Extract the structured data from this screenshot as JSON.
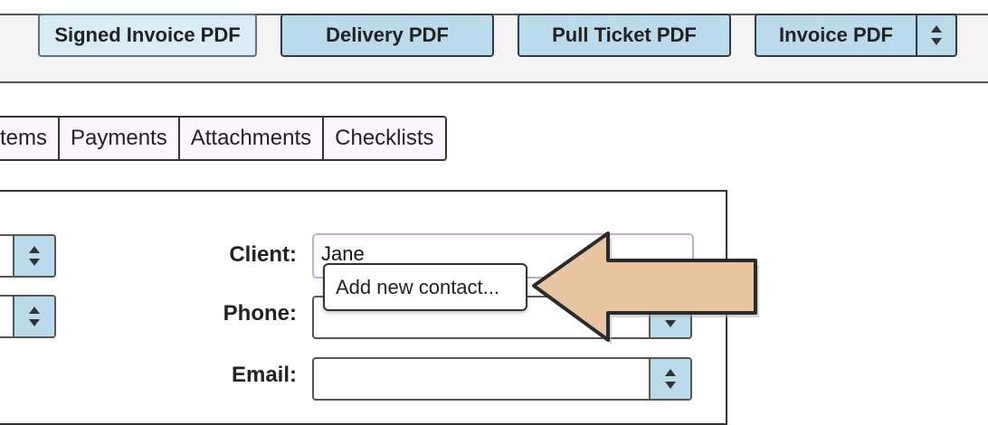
{
  "toolbar": {
    "signed_invoice_pdf": "Signed Invoice PDF",
    "delivery_pdf": "Delivery PDF",
    "pull_ticket_pdf": "Pull Ticket PDF",
    "invoice_pdf": "Invoice PDF",
    "invoice_pdf_arrow_icon": "updown-icon"
  },
  "tabs": [
    "tems",
    "Payments",
    "Attachments",
    "Checklists"
  ],
  "form": {
    "client_label": "Client:",
    "client_value": "Jane",
    "phone_label": "Phone:",
    "email_label": "Email:"
  },
  "autocomplete": {
    "add_new_contact": "Add new contact..."
  },
  "colors": {
    "button_blue": "#b9dbec",
    "button_light_blue": "#d8ecf6",
    "tab_background": "#fdf5fd",
    "focus_border": "#c9a8d6",
    "callout_arrow": "#e8c4a0"
  },
  "callout": {
    "arrow_icon": "left-pointing-arrow-callout"
  }
}
